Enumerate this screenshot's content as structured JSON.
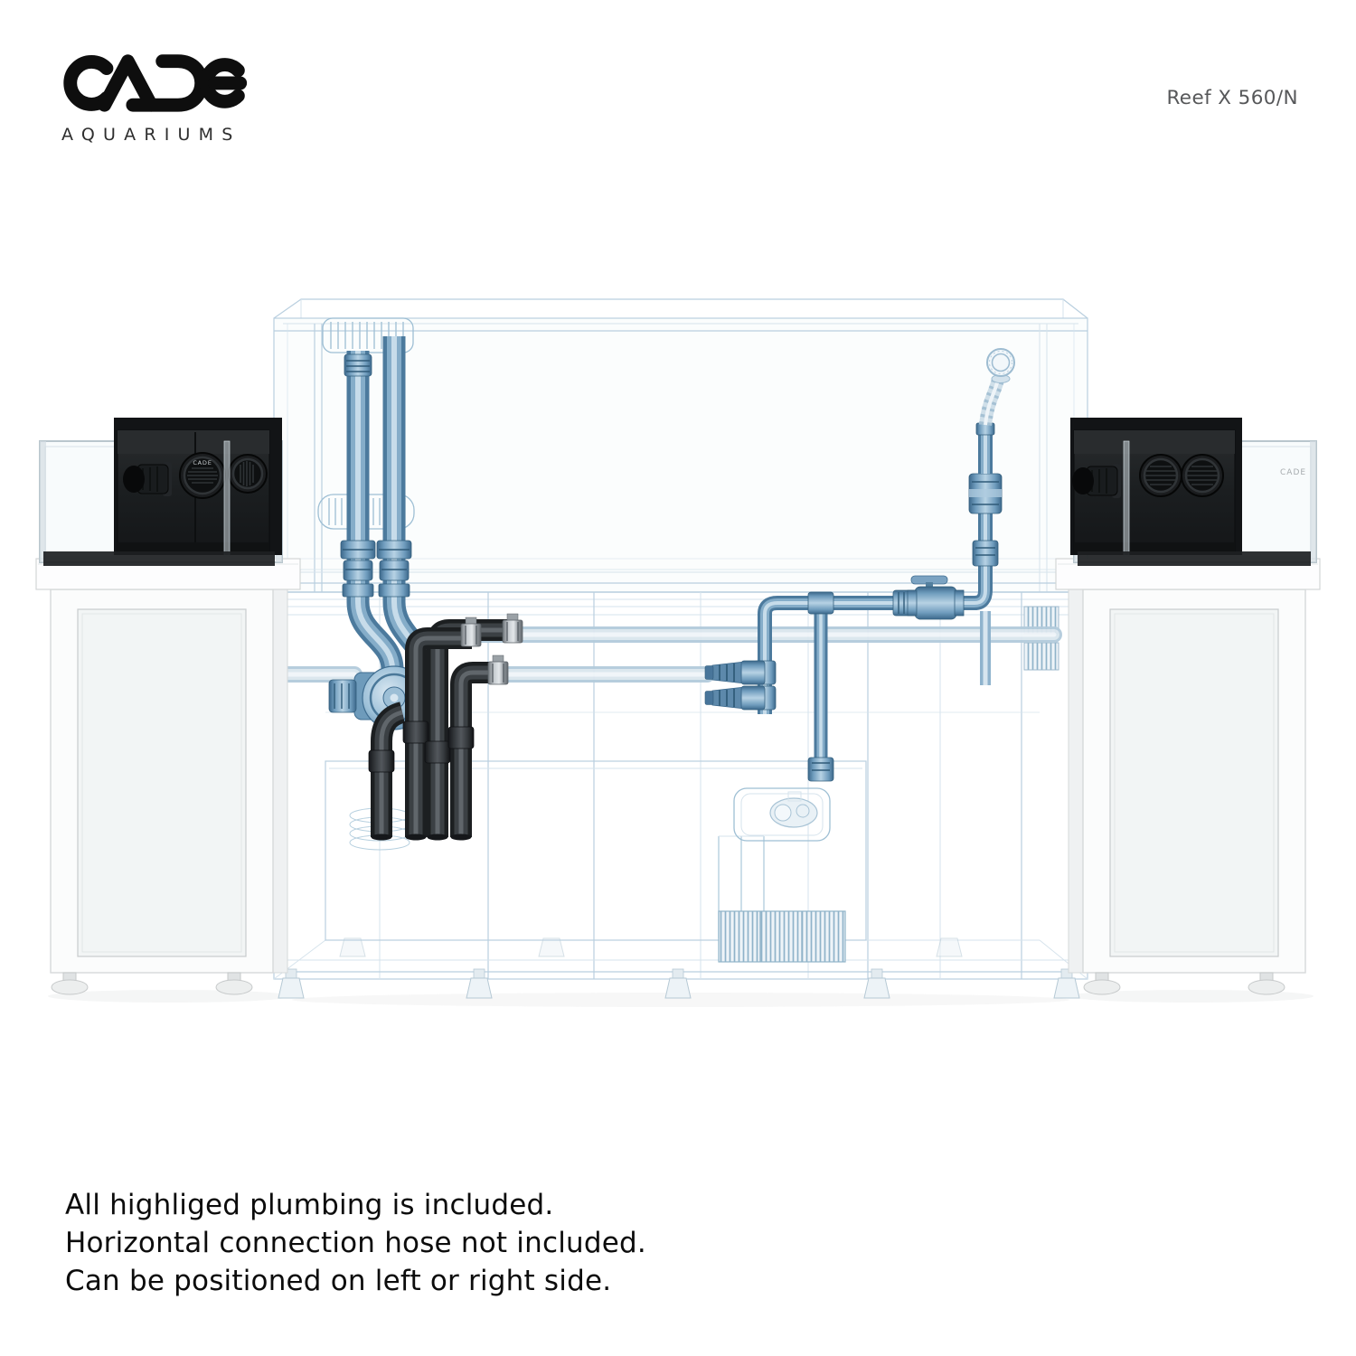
{
  "header": {
    "brand": {
      "name": "CADE",
      "tagline": "AQUARIUMS"
    },
    "model": "Reef X 560/N"
  },
  "illustration": {
    "aria_label": "Wireframe technical rendering of the Reef X 560/N aquarium system: central display tank and stand drawn as a light blueprint outline with the included plumbing highlighted in blue, black standpipes dropping into the sump, and two satellite frag tanks on white cabinets at the left and right.",
    "left_tank": {
      "port_label": "CADE"
    },
    "right_tank": {
      "watermark": "CADE"
    },
    "colors": {
      "highlight_plumbing": "#5b89ac",
      "wireframe": "#b9cfdf",
      "black_pipe": "#26292c",
      "cabinet": "#fbfcfc",
      "overflow_box": "#1b1e20"
    },
    "components": [
      "left-frag-tank",
      "left-cabinet",
      "main-display-tank-wireframe",
      "main-stand-wireframe",
      "overflow-weir",
      "dual-drain-pipes",
      "union-fittings",
      "drain-valve-pump",
      "black-standpipes",
      "hose-clamps",
      "horizontal-connection-hoses",
      "return-manifold",
      "ball-valve",
      "hose-barb-outlets",
      "return-pump",
      "return-riser",
      "flexible-return-hose",
      "return-nozzle",
      "protein-skimmer",
      "refugium-grate",
      "leveling-feet",
      "right-frag-tank",
      "right-cabinet"
    ]
  },
  "footer": {
    "notes": [
      "All highliged plumbing is included.",
      "Horizontal connection hose not included.",
      "Can be positioned on left or right side."
    ]
  }
}
